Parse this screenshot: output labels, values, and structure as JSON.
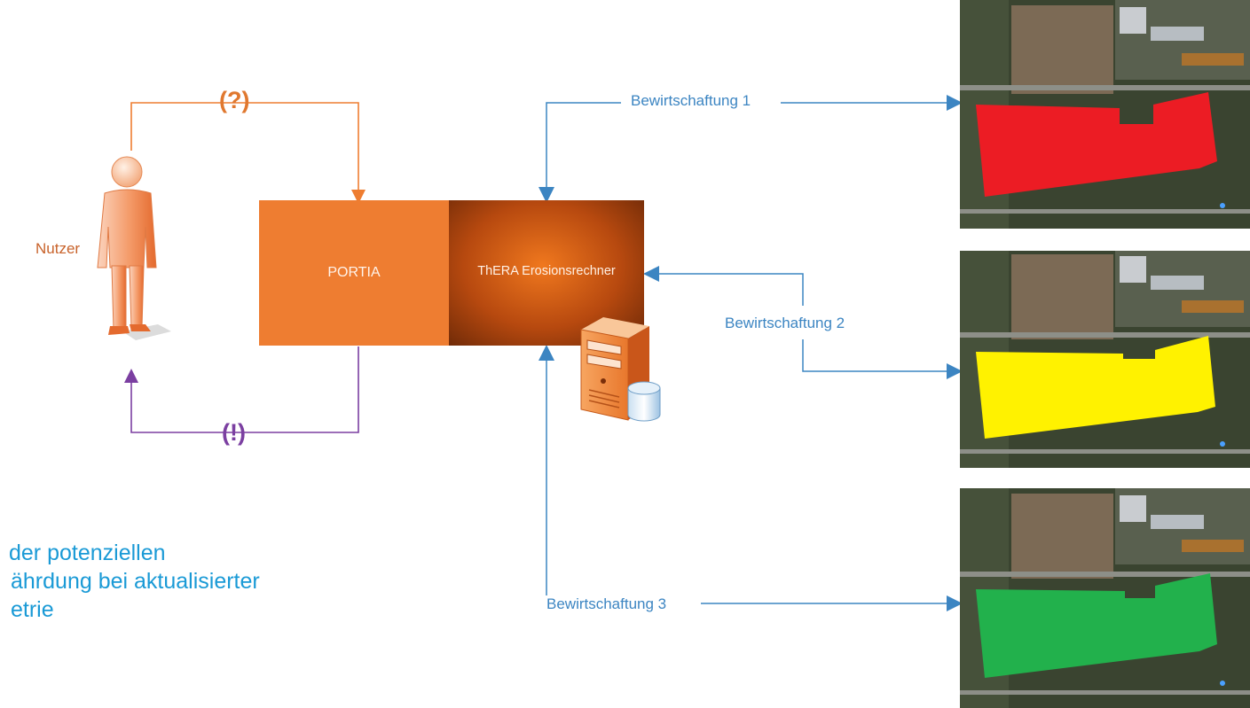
{
  "user": {
    "label": "Nutzer"
  },
  "request_symbol": "(?)",
  "response_symbol": "(!)",
  "systems": {
    "portia": "PORTIA",
    "thera": "ThERA Erosionsrechner"
  },
  "flows": [
    {
      "label": "Bewirtschaftung 1",
      "field_color": "#ec1c24"
    },
    {
      "label": "Bewirtschaftung 2",
      "field_color": "#fff200"
    },
    {
      "label": "Bewirtschaftung 3",
      "field_color": "#22b14c"
    }
  ],
  "caption": {
    "line1": "der potenziellen",
    "line2": "ährdung bei aktualisierter",
    "line3": "etrie"
  },
  "colors": {
    "orange": "#ee7d31",
    "purple": "#7b3fa1",
    "blue": "#3c85c2",
    "caption_blue": "#1a9ad6"
  }
}
